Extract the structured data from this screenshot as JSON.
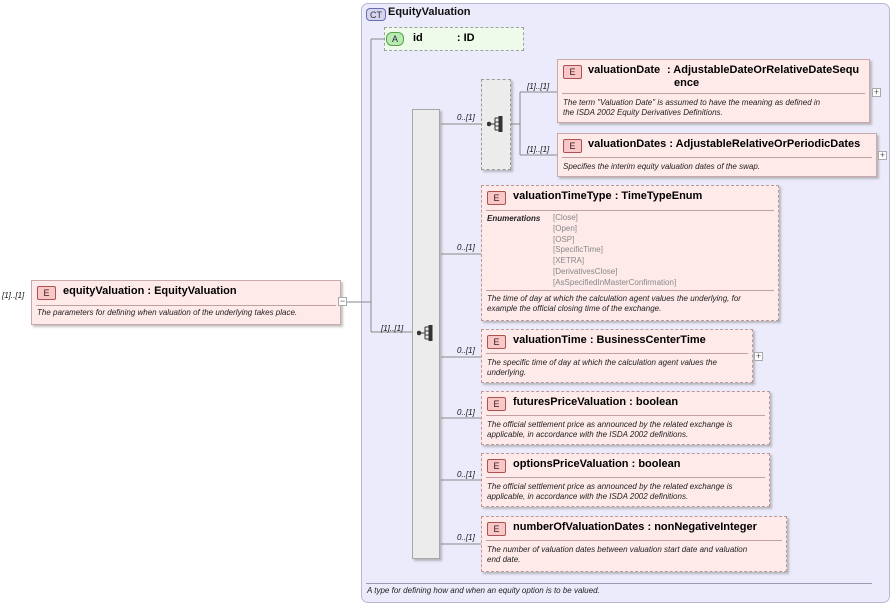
{
  "root": {
    "card": "[1]..[1]",
    "badge": "E",
    "name": "equityValuation",
    "type": ": EquityValuation",
    "doc": "The parameters for defining when valuation of the underlying takes place."
  },
  "complex_type": {
    "badge": "CT",
    "title": "EquityValuation",
    "footer": "A type for defining how and when an equity option is to be valued."
  },
  "attribute": {
    "badge": "A",
    "name": "id",
    "type": ": ID"
  },
  "outer_sequence": {
    "card": "[1]..[1]"
  },
  "inner_sequence": {
    "card": "0..[1]"
  },
  "elements": {
    "valuation_date": {
      "card": "[1]..[1]",
      "badge": "E",
      "name": "valuationDate",
      "type_line1": ": AdjustableDateOrRelativeDateSequ",
      "type_line2": "ence",
      "doc_line1": "The term \"Valuation Date\" is assumed to have the meaning as defined in",
      "doc_line2": "the ISDA 2002 Equity Derivatives Definitions."
    },
    "valuation_dates": {
      "card": "[1]..[1]",
      "badge": "E",
      "name": "valuationDates",
      "type": ": AdjustableRelativeOrPeriodicDates",
      "doc": "Specifies the interim equity valuation dates of the swap."
    },
    "valuation_time_type": {
      "card": "0..[1]",
      "badge": "E",
      "name": "valuationTimeType",
      "type": ": TimeTypeEnum",
      "enum_label": "Enumerations",
      "enumerations": [
        "[Close]",
        "[Open]",
        "[OSP]",
        "[SpecificTime]",
        "[XETRA]",
        "[DerivativesClose]",
        "[AsSpecifiedInMasterConfirmation]"
      ],
      "doc_line1": "The time of day at which the calculation agent values the underlying, for",
      "doc_line2": "example the official closing time of the exchange."
    },
    "valuation_time": {
      "card": "0..[1]",
      "badge": "E",
      "name": "valuationTime",
      "type": ": BusinessCenterTime",
      "doc_line1": "The specific time of day at which the calculation agent values the",
      "doc_line2": "underlying."
    },
    "futures_price_valuation": {
      "card": "0..[1]",
      "badge": "E",
      "name": "futuresPriceValuation",
      "type": ": boolean",
      "doc_line1": "The official settlement price as announced by the related exchange is",
      "doc_line2": "applicable, in accordance with the ISDA 2002 definitions."
    },
    "options_price_valuation": {
      "card": "0..[1]",
      "badge": "E",
      "name": "optionsPriceValuation",
      "type": ": boolean",
      "doc_line1": "The official settlement price as announced by the related exchange is",
      "doc_line2": "applicable, in accordance with the ISDA 2002 definitions."
    },
    "number_of_valuation_dates": {
      "card": "0..[1]",
      "badge": "E",
      "name": "numberOfValuationDates",
      "type": ": nonNegativeInteger",
      "doc_line1": "The number of valuation dates between valuation start date and valuation",
      "doc_line2": "end date."
    }
  },
  "expand_symbol": "+",
  "collapse_symbol": "−"
}
